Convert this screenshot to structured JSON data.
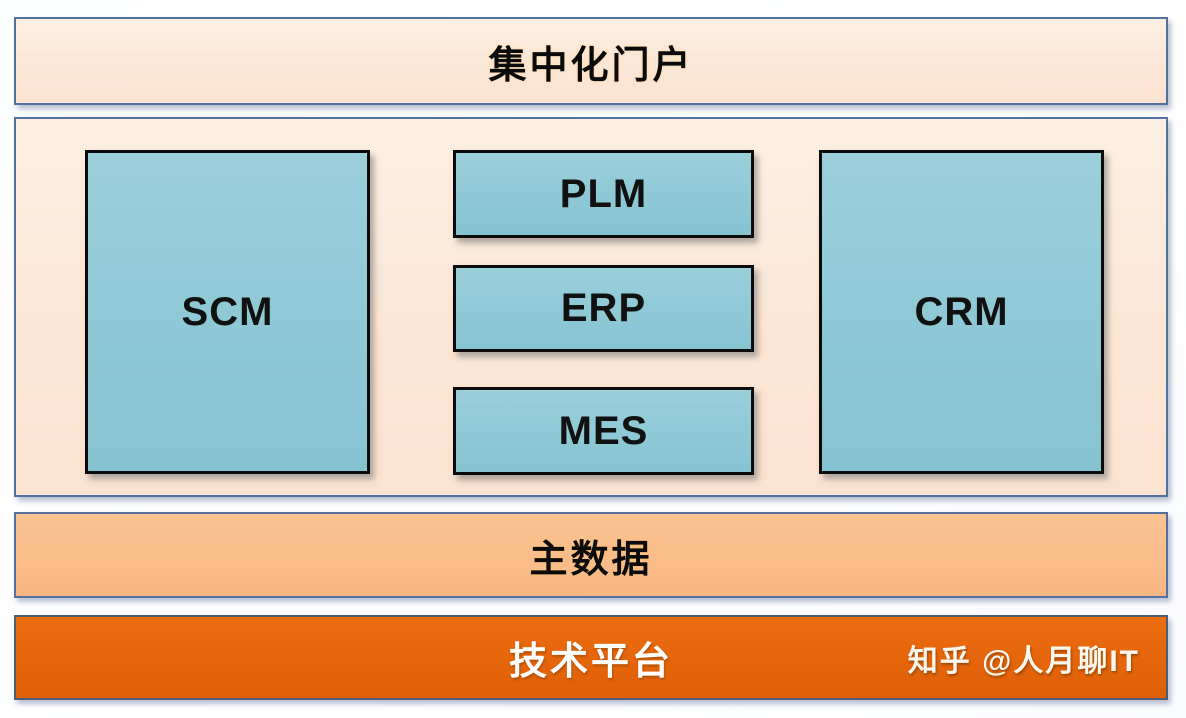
{
  "diagram": {
    "portal": {
      "label": "集中化门户"
    },
    "main_panel": {
      "scm_label": "SCM",
      "plm_label": "PLM",
      "erp_label": "ERP",
      "mes_label": "MES",
      "crm_label": "CRM"
    },
    "master_data": {
      "label": "主数据"
    },
    "tech_platform": {
      "label": "技术平台"
    },
    "watermark": {
      "label": "知乎 @人月聊IT"
    },
    "colors": {
      "panel_fill": "#fce8d8",
      "panel_border": "#53719f",
      "app_box_fill": "#8fc9d6",
      "app_box_border": "#0b0b0b",
      "master_data_fill": "#f9bc8a",
      "tech_platform_fill": "#e5650a",
      "tech_platform_text": "#ffffff",
      "heading_text": "#0b0b0b"
    }
  }
}
